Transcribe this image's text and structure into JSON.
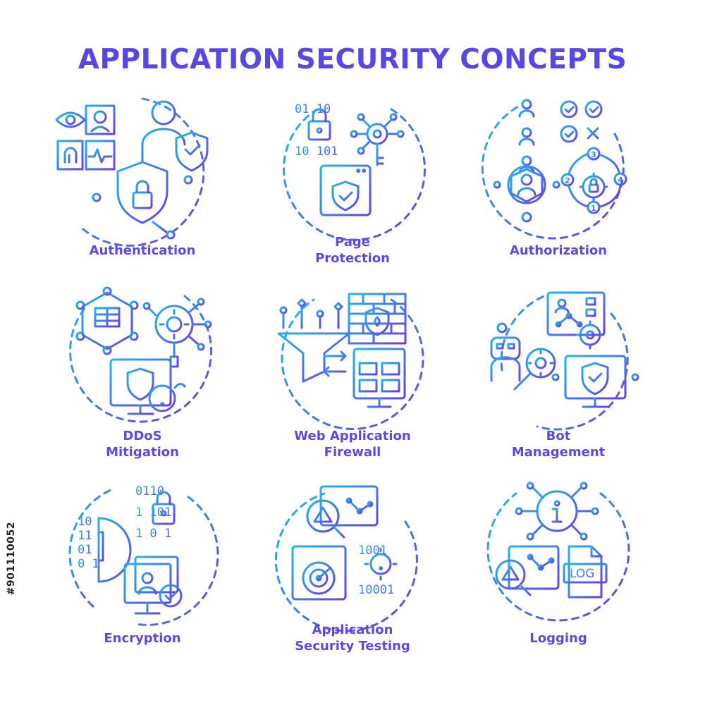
{
  "title": "APPLICATION SECURITY CONCEPTS",
  "colors": {
    "gradient_start": "#1fb6ef",
    "gradient_end": "#6a3fe6",
    "title": "#5548e6"
  },
  "concepts": [
    {
      "label": "Authentication",
      "icon": "authentication-icon"
    },
    {
      "label": "Page\nProtection",
      "icon": "page-protection-icon"
    },
    {
      "label": "Authorization",
      "icon": "authorization-icon"
    },
    {
      "label": "DDoS\nMitigation",
      "icon": "ddos-mitigation-icon"
    },
    {
      "label": "Web Application\nFirewall",
      "icon": "web-application-firewall-icon"
    },
    {
      "label": "Bot\nManagement",
      "icon": "bot-management-icon"
    },
    {
      "label": "Encryption",
      "icon": "encryption-icon"
    },
    {
      "label": "Application\nSecurity Testing",
      "icon": "application-security-testing-icon"
    },
    {
      "label": "Logging",
      "icon": "logging-icon"
    }
  ],
  "code_texts": {
    "bin_a": "01 10",
    "bin_b": "10 101",
    "bin_c": "0110",
    "bin_d": "1001",
    "bin_e": "10001",
    "bin_f": "10",
    "bin_g": "11",
    "bin_h": "01",
    "bin_i": "1 101",
    "bin_j": "1 0 1",
    "bin_k": "0 1",
    "num_1": "1",
    "num_2": "2",
    "num_3": "3",
    "num_4": "4",
    "log": "LOG"
  },
  "stock_id": "#901110052"
}
